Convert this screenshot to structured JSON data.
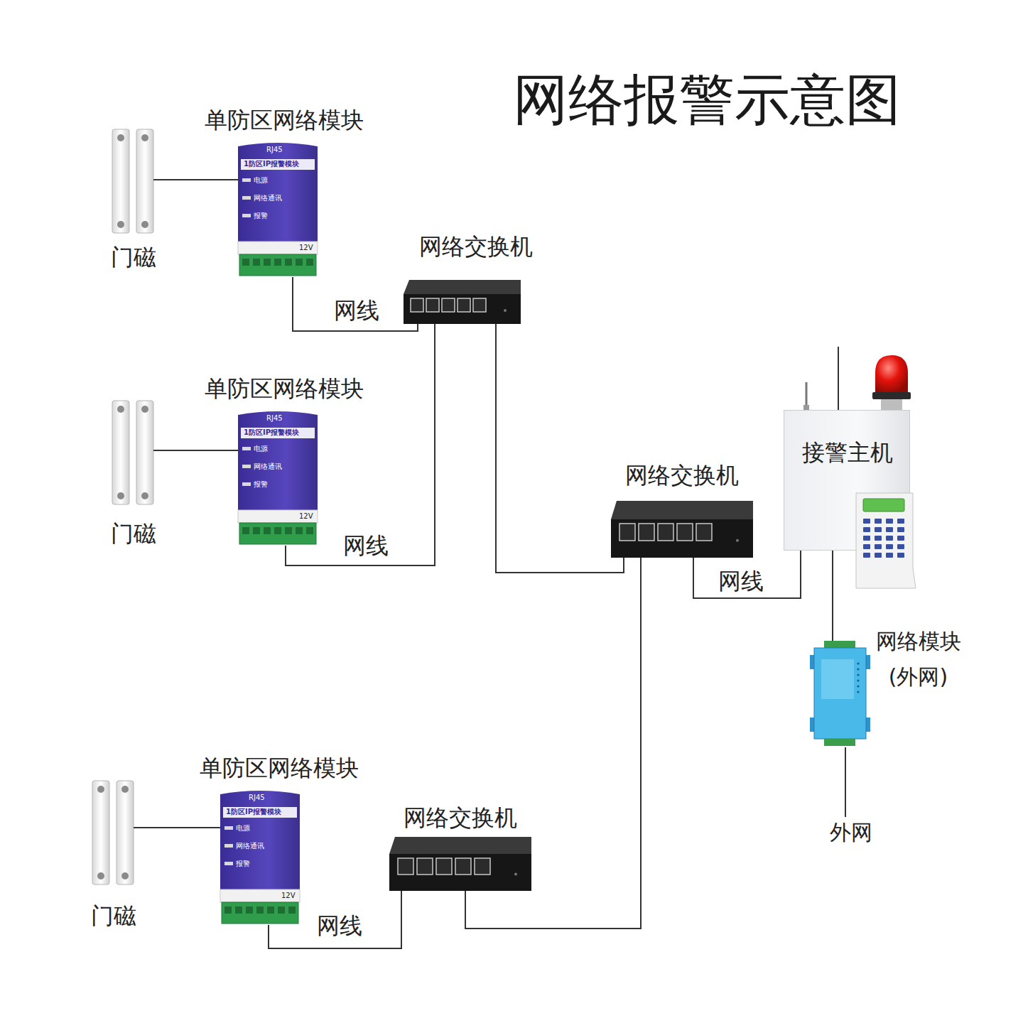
{
  "diagram": {
    "title": "网络报警示意图",
    "nodes": [
      {
        "text": [
          "门磁"
        ]
      },
      {
        "text": [
          "单防区网络模块",
          "RJ45",
          "1防区IP报警模块",
          "电源",
          "网络通讯",
          "报警",
          "12V"
        ]
      },
      {
        "text": [
          "网络交换机"
        ]
      },
      {
        "text": [
          "门磁"
        ]
      },
      {
        "text": [
          "单防区网络模块",
          "RJ45",
          "1防区IP报警模块",
          "电源",
          "网络通讯",
          "报警",
          "12V"
        ]
      },
      {
        "text": [
          "网络交换机"
        ]
      },
      {
        "text": [
          "接警主机"
        ]
      },
      {
        "text": [
          "网络模块 (外网)"
        ]
      },
      {
        "text": [
          "外网"
        ]
      },
      {
        "text": [
          "门磁"
        ]
      },
      {
        "text": [
          "单防区网络模块",
          "RJ45",
          "1防区IP报警模块",
          "电源",
          "网络通讯",
          "报警",
          "12V"
        ]
      },
      {
        "text": [
          "网络交换机"
        ]
      }
    ],
    "edges": [
      {
        "from": 0,
        "to": 1,
        "arrow": "none"
      },
      {
        "from": 1,
        "to": 2,
        "label": "网线",
        "arrow": "none"
      },
      {
        "from": 3,
        "to": 4,
        "arrow": "none"
      },
      {
        "from": 4,
        "to": 2,
        "label": "网线",
        "arrow": "none"
      },
      {
        "from": 2,
        "to": 5,
        "arrow": "none"
      },
      {
        "from": 5,
        "to": 6,
        "label": "网线",
        "arrow": "none"
      },
      {
        "from": 6,
        "to": 7,
        "arrow": "none"
      },
      {
        "from": 7,
        "to": 8,
        "arrow": "none"
      },
      {
        "from": 9,
        "to": 10,
        "arrow": "none"
      },
      {
        "from": 10,
        "to": 11,
        "label": "网线",
        "arrow": "none"
      },
      {
        "from": 11,
        "to": 5,
        "arrow": "none"
      }
    ]
  }
}
